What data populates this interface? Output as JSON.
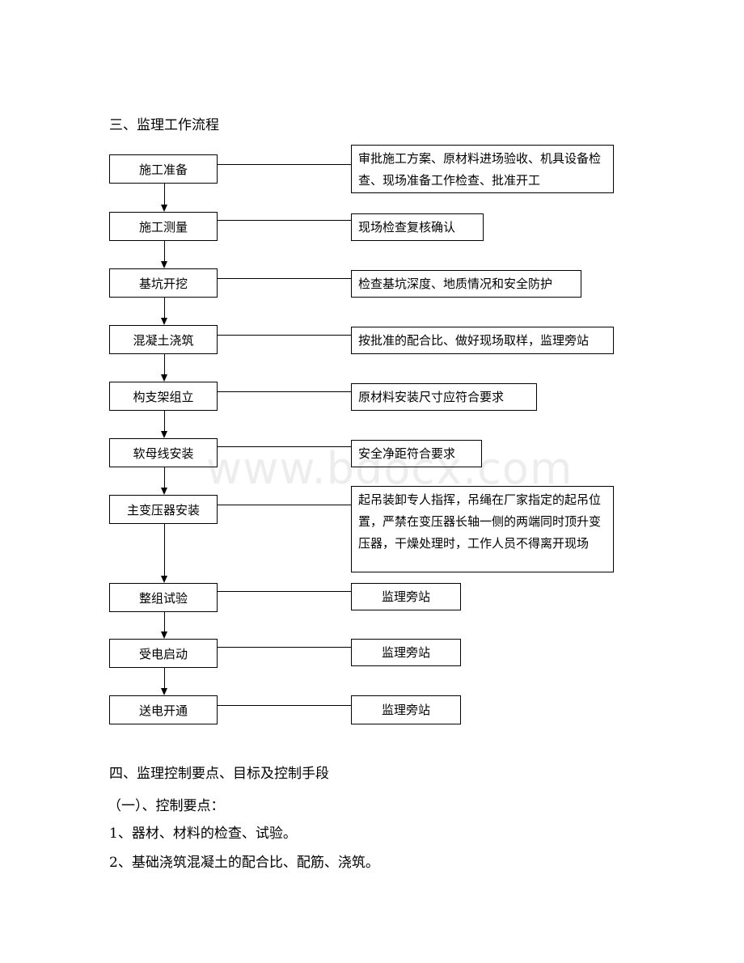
{
  "section3_title": "三、监理工作流程",
  "flow_steps": [
    {
      "label": "施工准备",
      "note": "审批施工方案、原材料进场验收、机具设备检查、现场准备工作检查、批准开工"
    },
    {
      "label": "施工测量",
      "note": "现场检查复核确认"
    },
    {
      "label": "基坑开挖",
      "note": "检查基坑深度、地质情况和安全防护"
    },
    {
      "label": "混凝土浇筑",
      "note": "按批准的配合比、做好现场取样，监理旁站"
    },
    {
      "label": "构支架组立",
      "note": "原材料安装尺寸应符合要求"
    },
    {
      "label": "软母线安装",
      "note": "安全净距符合要求"
    },
    {
      "label": "主变压器安装",
      "note": "起吊装卸专人指挥，吊绳在厂家指定的起吊位置，严禁在变压器长轴一侧的两端同时顶升变压器，干燥处理时，工作人员不得离开现场"
    },
    {
      "label": "整组试验",
      "note": "监理旁站"
    },
    {
      "label": "受电启动",
      "note": "监理旁站"
    },
    {
      "label": "送电开通",
      "note": "监理旁站"
    }
  ],
  "watermark": "www.bdocx.com",
  "section4_title": "四、监理控制要点、目标及控制手段",
  "subsection1": "（一）、控制要点：",
  "points": [
    "1、器材、材料的检查、试验。",
    "2、基础浇筑混凝土的配合比、配筋、浇筑。"
  ]
}
